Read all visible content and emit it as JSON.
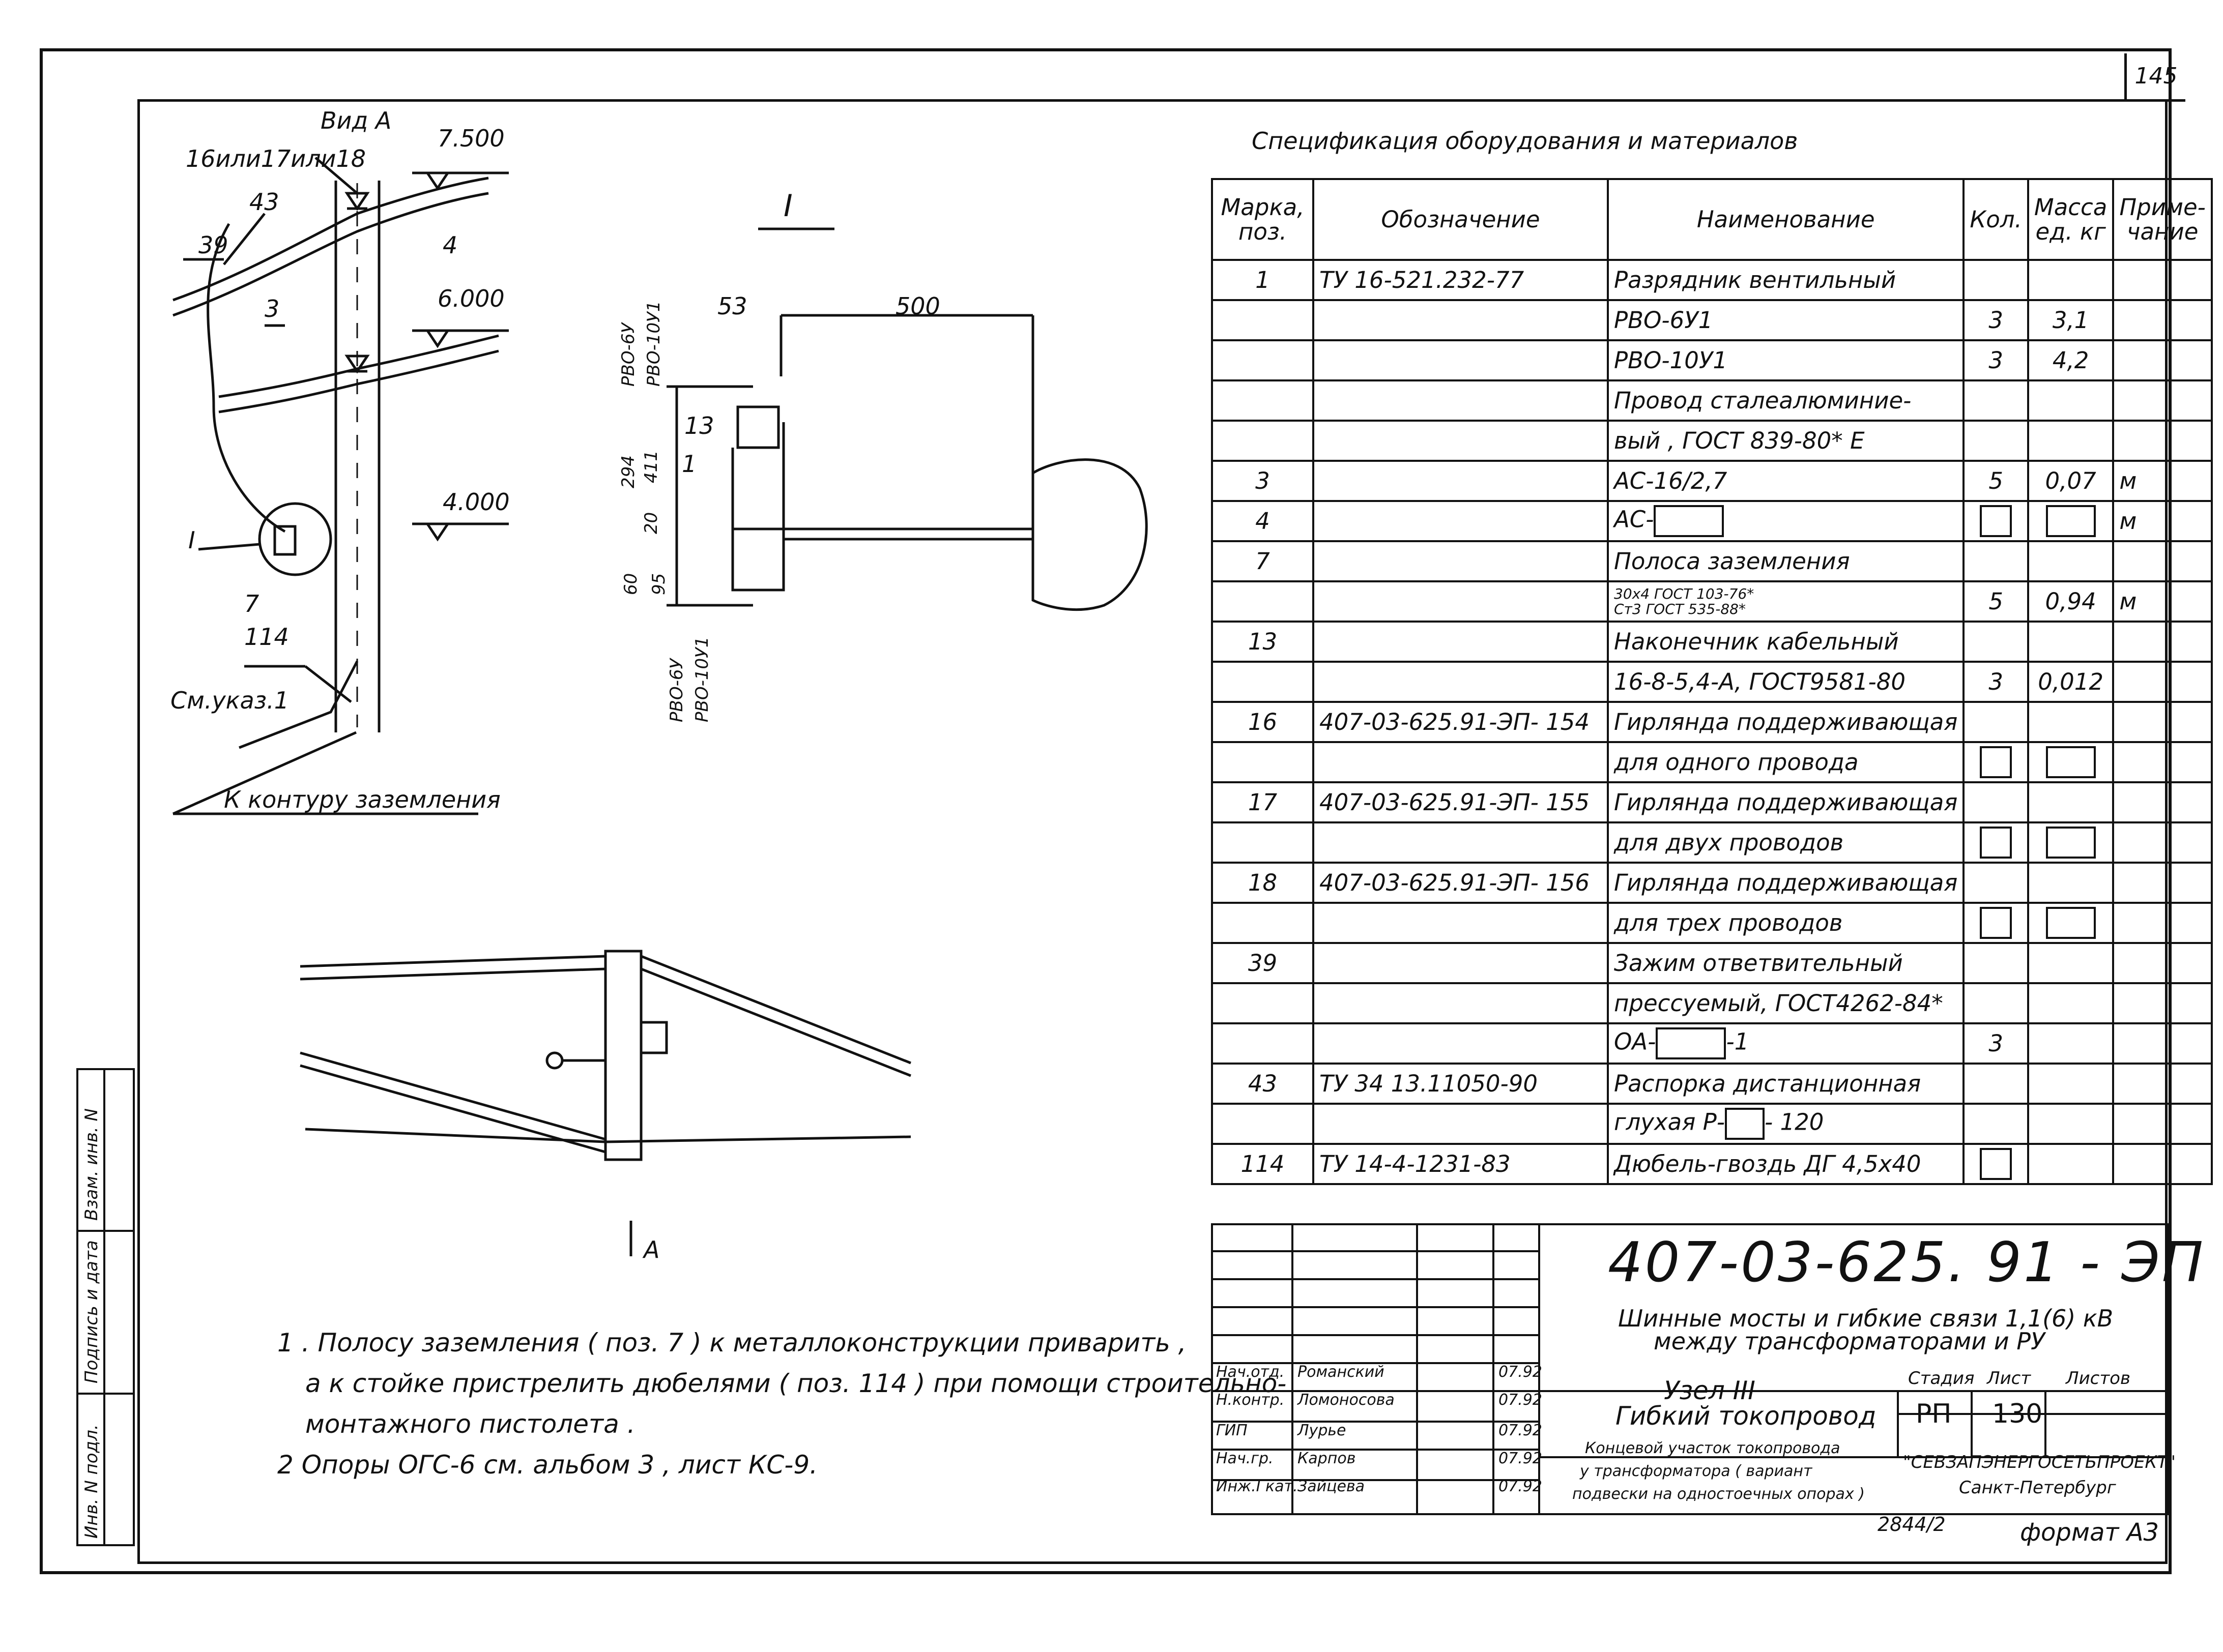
{
  "sheet_corner": "145",
  "spec": {
    "title": "Спецификация оборудования и материалов",
    "headers": {
      "mark": "Марка, поз.",
      "code": "Обозначение",
      "name": "Наименование",
      "qty": "Кол.",
      "mass": "Масса ед. кг",
      "note": "Приме- чание"
    },
    "rows": [
      {
        "mark": "1",
        "code": "ТУ 16-521.232-77",
        "name": "Разрядник вентильный",
        "qty": "",
        "mass": "",
        "note": ""
      },
      {
        "mark": "",
        "code": "",
        "name": "РВО-6У1",
        "qty": "3",
        "mass": "3,1",
        "note": ""
      },
      {
        "mark": "",
        "code": "",
        "name": "РВО-10У1",
        "qty": "3",
        "mass": "4,2",
        "note": ""
      },
      {
        "mark": "",
        "code": "",
        "name": "Провод сталеалюминие-",
        "qty": "",
        "mass": "",
        "note": ""
      },
      {
        "mark": "",
        "code": "",
        "name": "вый , ГОСТ 839-80* Е",
        "qty": "",
        "mass": "",
        "note": ""
      },
      {
        "mark": "3",
        "code": "",
        "name": "АС-16/2,7",
        "qty": "5",
        "mass": "0,07",
        "note": "м"
      },
      {
        "mark": "4",
        "code": "",
        "name": "АС-",
        "qty": "",
        "mass": "",
        "note": "м"
      },
      {
        "mark": "7",
        "code": "",
        "name": "Полоса заземления",
        "qty": "",
        "mass": "",
        "note": ""
      },
      {
        "mark": "",
        "code": "",
        "name": "",
        "qty": "5",
        "mass": "0,94",
        "note": "м"
      },
      {
        "mark": "13",
        "code": "",
        "name": "Наконечник кабельный",
        "qty": "",
        "mass": "",
        "note": ""
      },
      {
        "mark": "",
        "code": "",
        "name": "16-8-5,4-А, ГОСТ9581-80",
        "qty": "3",
        "mass": "0,012",
        "note": ""
      },
      {
        "mark": "16",
        "code": "407-03-625.91-ЭП- 154",
        "name": "Гирлянда поддерживающая",
        "qty": "",
        "mass": "",
        "note": ""
      },
      {
        "mark": "",
        "code": "",
        "name": "для одного провода",
        "qty": "",
        "mass": "",
        "note": ""
      },
      {
        "mark": "17",
        "code": "407-03-625.91-ЭП- 155",
        "name": "Гирлянда поддерживающая",
        "qty": "",
        "mass": "",
        "note": ""
      },
      {
        "mark": "",
        "code": "",
        "name": "для двух проводов",
        "qty": "",
        "mass": "",
        "note": ""
      },
      {
        "mark": "18",
        "code": "407-03-625.91-ЭП- 156",
        "name": "Гирлянда поддерживающая",
        "qty": "",
        "mass": "",
        "note": ""
      },
      {
        "mark": "",
        "code": "",
        "name": "для трех проводов",
        "qty": "",
        "mass": "",
        "note": ""
      },
      {
        "mark": "39",
        "code": "",
        "name": "Зажим ответвительный",
        "qty": "",
        "mass": "",
        "note": ""
      },
      {
        "mark": "",
        "code": "",
        "name": "прессуемый, ГОСТ4262-84*",
        "qty": "",
        "mass": "",
        "note": ""
      },
      {
        "mark": "",
        "code": "",
        "name": "ОА-",
        "qty": "3",
        "mass": "",
        "note": ""
      },
      {
        "mark": "43",
        "code": "ТУ 34 13.11050-90",
        "name": "Распорка дистанционная",
        "qty": "",
        "mass": "",
        "note": ""
      },
      {
        "mark": "",
        "code": "",
        "name": "глухая Р-",
        "qty": "",
        "mass": "",
        "note": ""
      },
      {
        "mark": "114",
        "code": "ТУ 14-4-1231-83",
        "name": "Дюбель-гвоздь ДГ 4,5х40",
        "qty": "",
        "mass": "",
        "note": ""
      }
    ],
    "inline": {
      "strip_line1": "30х4  ГОСТ 103-76*",
      "strip_line2": "Ст3  ГОСТ 535-88*",
      "oa_suffix": "-1",
      "r_suffix": "- 120"
    }
  },
  "stamp": {
    "doc_code": "407-03-625. 91 - ЭП",
    "project_title_1": "Шинные мосты и гибкие связи 1,1(6) кВ",
    "project_title_2": "между трансформаторами и РУ",
    "sheet_title_1": "Узел III",
    "sheet_title_2": "Гибкий токопровод",
    "sheet_desc_1": "Концевой участок токопровода",
    "sheet_desc_2": "у трансформатора ( вариант",
    "sheet_desc_3": "подвески на одностоечных опорах )",
    "stage_label": "Стадия",
    "sheet_label": "Лист",
    "sheets_label": "Листов",
    "stage": "РП",
    "sheet": "130",
    "org_1": "\"СЕВЗАПЭНЕРГОСЕТЬПРОЕКТ\"",
    "org_2": "Санкт-Петербург",
    "signers": [
      {
        "role": "Нач.отд.",
        "name": "Романский",
        "date": "07.92"
      },
      {
        "role": "Н.контр.",
        "name": "Ломоносова",
        "date": "07.92"
      },
      {
        "role": "ГИП",
        "name": "Лурье",
        "date": "07.92"
      },
      {
        "role": "Нач.гр.",
        "name": "Карпов",
        "date": "07.92"
      },
      {
        "role": "Инж.I кат.",
        "name": "Зайцева",
        "date": "07.92"
      }
    ]
  },
  "drawing_no": "2844/2",
  "format": "формат А3",
  "notes": [
    "1 . Полосу заземления ( поз. 7 ) к металлоконструкции приварить ,",
    "а к стойке пристрелить дюбелями ( поз. 114 ) при помощи строительно-",
    "монтажного пистолета .",
    "2  Опоры ОГС-6  см. альбом 3 , лист КС-9."
  ],
  "side_strip": [
    "Взам. инв. N",
    "Подпись и дата",
    "Инв. N подл."
  ],
  "view_a": {
    "title": "Вид А",
    "elev_1": "7.500",
    "elev_2": "6.000",
    "elev_3": "4.000",
    "garland": "16или17или18",
    "pos_43": "43",
    "pos_39": "39",
    "pos_3": "3",
    "pos_4": "4",
    "pos_7": "7",
    "pos_114": "114",
    "node_I": "I",
    "see_note": "См.указ.1",
    "to_ground": "К контуру заземления"
  },
  "detail_I": {
    "title": "I",
    "dim_53": "53",
    "dim_500": "500",
    "dim_294": "294",
    "dim_411": "411",
    "dim_20": "20",
    "dim_60": "60",
    "dim_95": "95",
    "pos_13": "13",
    "pos_1": "1",
    "rvo6": "РВО-6У",
    "rvo10": "РВО-10У1"
  },
  "plan": {
    "arrow_label": "А"
  }
}
